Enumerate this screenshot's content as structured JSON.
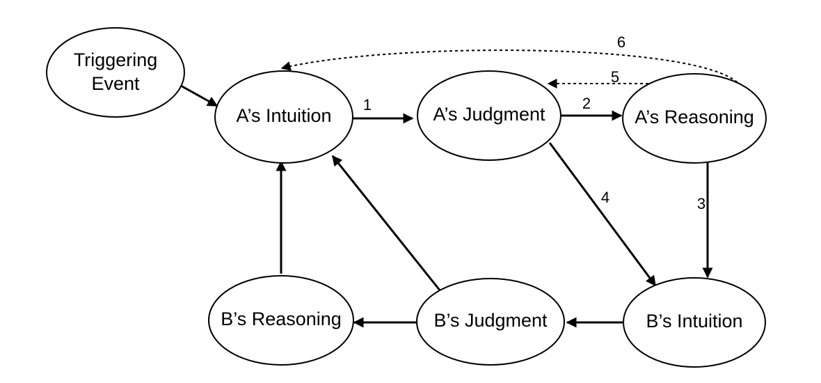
{
  "nodes": [
    {
      "id": "trigger",
      "lines": [
        "Triggering",
        "Event"
      ]
    },
    {
      "id": "a_intuition",
      "lines": [
        "A’s Intuition"
      ]
    },
    {
      "id": "a_judgment",
      "lines": [
        "A’s Judgment"
      ]
    },
    {
      "id": "a_reasoning",
      "lines": [
        "A’s Reasoning"
      ]
    },
    {
      "id": "b_reasoning",
      "lines": [
        "B’s Reasoning"
      ]
    },
    {
      "id": "b_judgment",
      "lines": [
        "B’s Judgment"
      ]
    },
    {
      "id": "b_intuition",
      "lines": [
        "B’s Intuition"
      ]
    }
  ],
  "edges": [
    {
      "from": "trigger",
      "to": "a_intuition",
      "label": "",
      "style": "solid"
    },
    {
      "from": "a_intuition",
      "to": "a_judgment",
      "label": "1",
      "style": "solid"
    },
    {
      "from": "a_judgment",
      "to": "a_reasoning",
      "label": "2",
      "style": "solid"
    },
    {
      "from": "a_reasoning",
      "to": "b_intuition",
      "label": "3",
      "style": "solid"
    },
    {
      "from": "a_judgment",
      "to": "b_intuition",
      "label": "4",
      "style": "solid"
    },
    {
      "from": "a_reasoning",
      "to": "a_judgment",
      "label": "5",
      "style": "dashed"
    },
    {
      "from": "a_reasoning",
      "to": "a_intuition",
      "label": "6",
      "style": "dashed"
    },
    {
      "from": "b_intuition",
      "to": "b_judgment",
      "label": "",
      "style": "solid"
    },
    {
      "from": "b_judgment",
      "to": "b_reasoning",
      "label": "",
      "style": "solid"
    },
    {
      "from": "b_judgment",
      "to": "a_intuition",
      "label": "",
      "style": "solid"
    },
    {
      "from": "b_reasoning",
      "to": "a_intuition",
      "label": "",
      "style": "solid"
    }
  ]
}
